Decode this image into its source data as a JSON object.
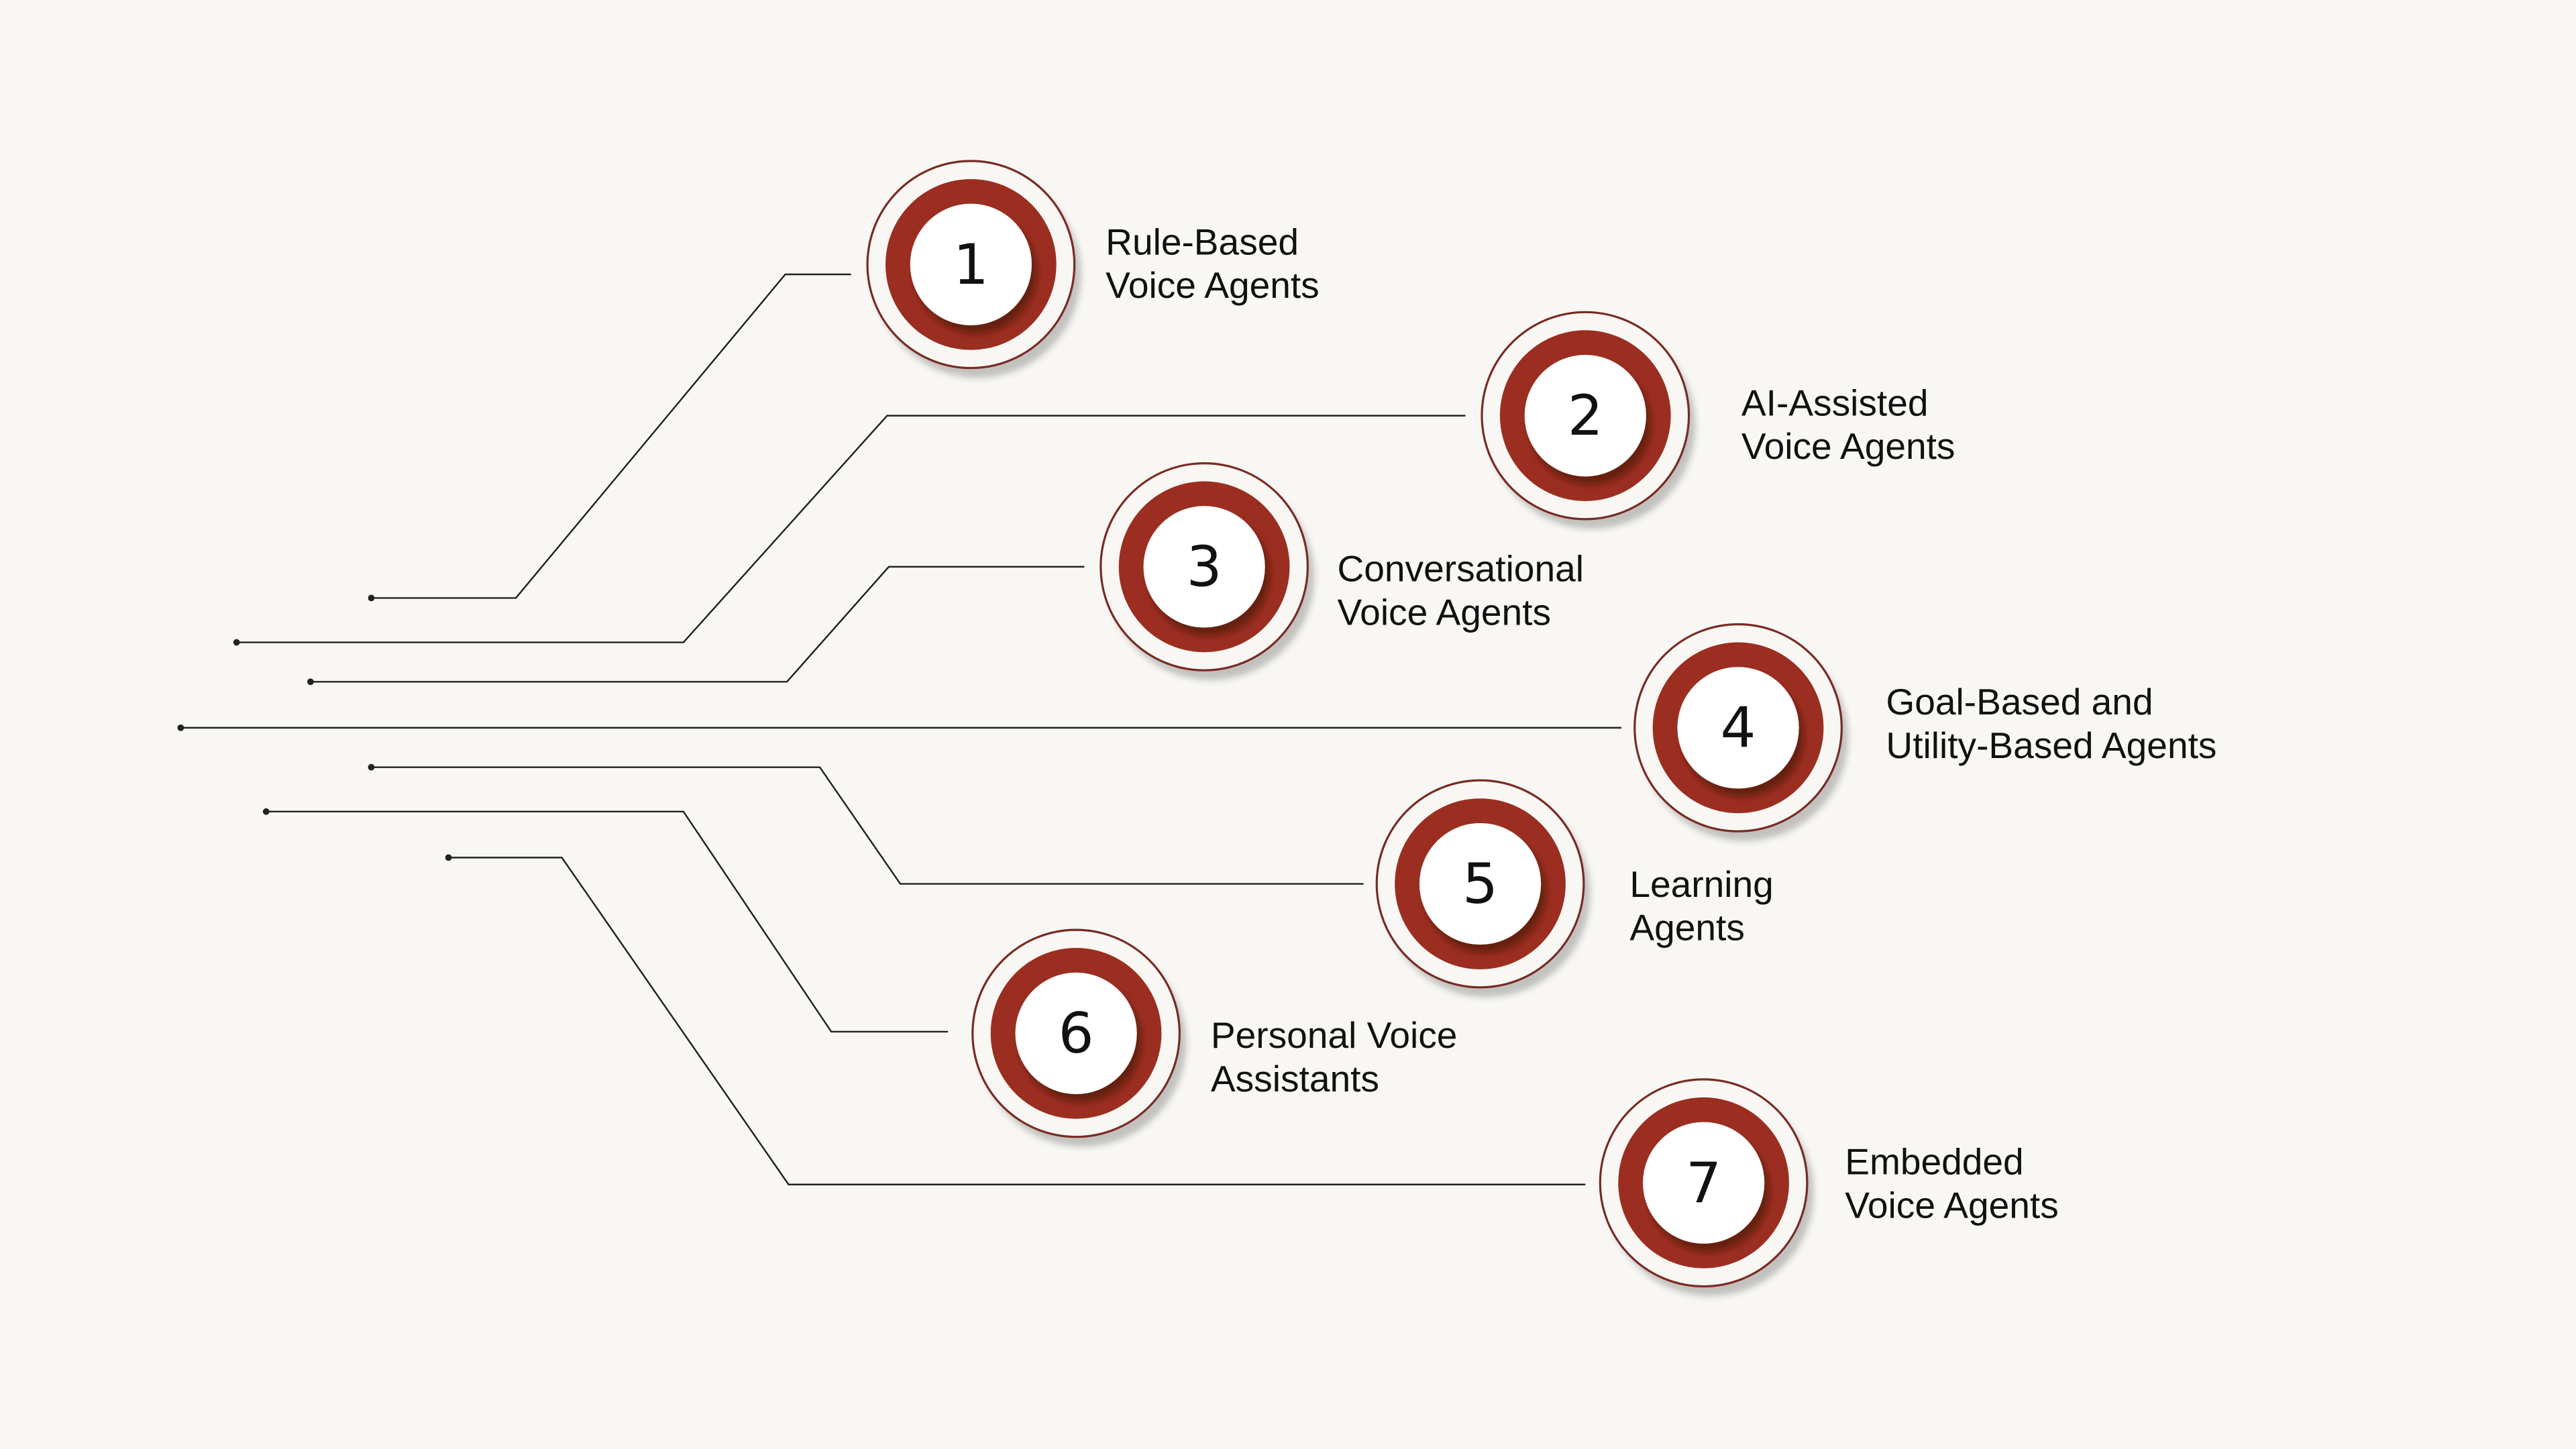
{
  "colors": {
    "background": "#f8f7f4",
    "ring": "#9b2e20",
    "outline": "#7a2a22",
    "center": "#ffffff",
    "line": "#222222"
  },
  "items": [
    {
      "number": "1",
      "line1": "Rule-Based",
      "line2": "Voice Agents"
    },
    {
      "number": "2",
      "line1": "AI-Assisted",
      "line2": "Voice Agents"
    },
    {
      "number": "3",
      "line1": "Conversational",
      "line2": "Voice Agents"
    },
    {
      "number": "4",
      "line1": "Goal-Based and",
      "line2": "Utility-Based Agents"
    },
    {
      "number": "5",
      "line1": "Learning",
      "line2": "Agents"
    },
    {
      "number": "6",
      "line1": "Personal Voice",
      "line2": "Assistants"
    },
    {
      "number": "7",
      "line1": "Embedded",
      "line2": "Voice Agents"
    }
  ]
}
